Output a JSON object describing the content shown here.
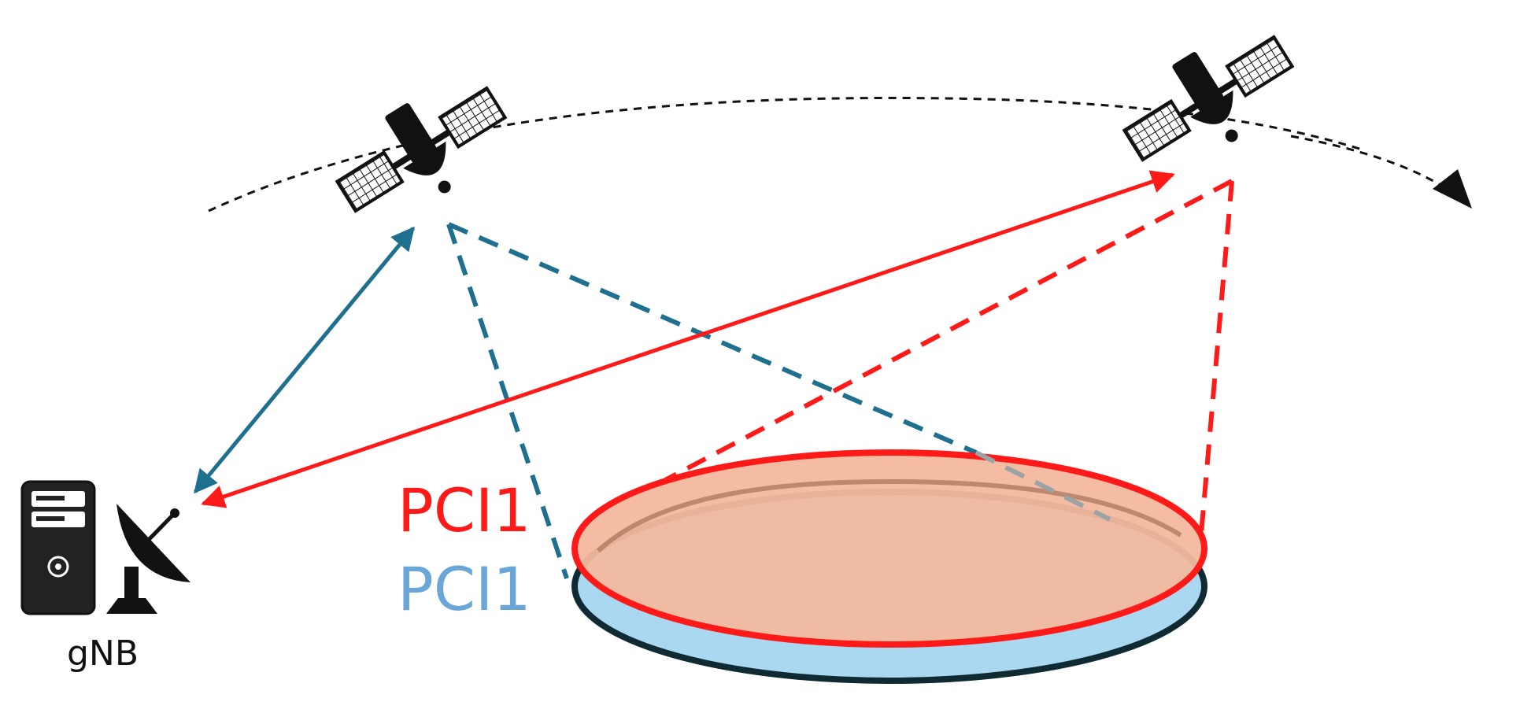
{
  "labels": {
    "pci_red": "PCI1",
    "pci_blue": "PCI1",
    "gnb": "gNB"
  },
  "colors": {
    "red": "#ff1a1a",
    "blue": "#1f6f8f",
    "light_blue_text": "#6aa6d8",
    "cell_fill_red": "#f3b99e",
    "cell_fill_blue": "#a9d8f0",
    "cell_outline_dark": "#0f2a33",
    "black": "#111111"
  },
  "icons": {
    "satellite": "satellite-icon",
    "server": "server-icon",
    "dish": "satellite-dish-icon",
    "orbit_arrow": "arrowhead-icon"
  }
}
